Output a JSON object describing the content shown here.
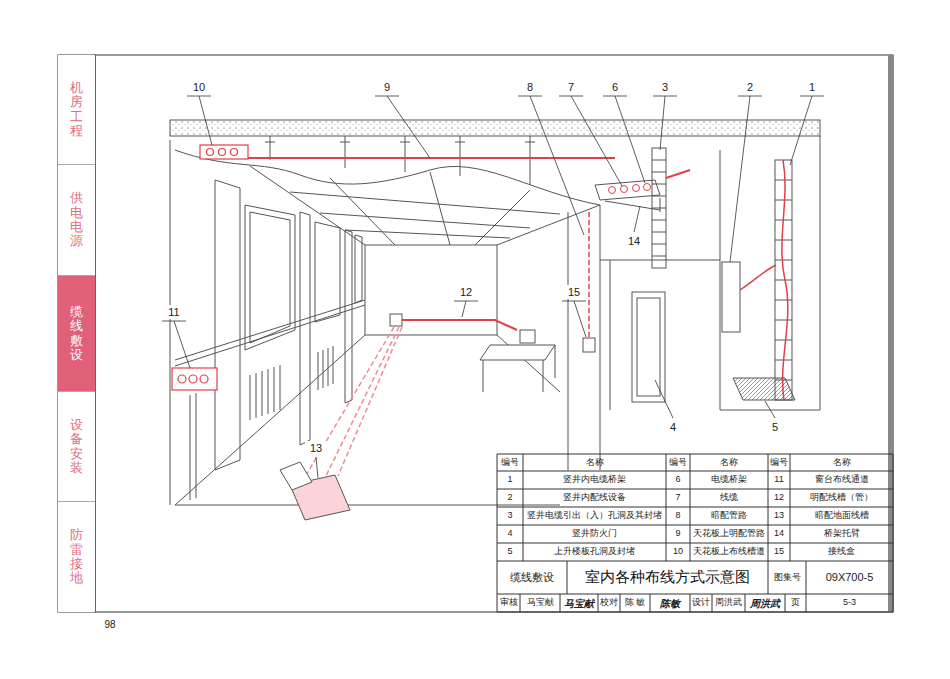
{
  "diagram": {
    "title": "室内各种布线方式示意图",
    "nodes": [
      {
        "text": [
          "机房工程"
        ]
      },
      {
        "text": [
          "供电电源"
        ]
      },
      {
        "text": [
          "缆线敷设"
        ]
      },
      {
        "text": [
          "设备安装"
        ]
      },
      {
        "text": [
          "防雷接地"
        ]
      }
    ],
    "labels": [
      "10",
      "9",
      "8",
      "7",
      "6",
      "3",
      "2",
      "1",
      "11",
      "12",
      "15",
      "14",
      "4",
      "5",
      "13",
      "编号",
      "名称",
      "编号",
      "名称",
      "编号",
      "名称",
      "1",
      "竖井内电缆桥架",
      "6",
      "电缆桥架",
      "11",
      "窗台布线通道",
      "2",
      "竖井内配线设备",
      "7",
      "线缆",
      "12",
      "明配线槽（管）",
      "3",
      "竖井电缆引出（入）孔洞及其封堵",
      "8",
      "暗配管路",
      "13",
      "暗配地面线槽",
      "4",
      "竖井防火门",
      "9",
      "天花板上明配管路",
      "14",
      "桥架托臂",
      "5",
      "上升楼板孔洞及封堵",
      "10",
      "天花板上布线槽道",
      "15",
      "接线盒",
      "缆线敷设",
      "图集号",
      "09X700-5",
      "审核",
      "马宝献",
      "马宝献",
      "校对",
      "陈 敏",
      "陈敏",
      "设计",
      "周洪武",
      "周洪武",
      "页",
      "5-3",
      "98"
    ]
  }
}
